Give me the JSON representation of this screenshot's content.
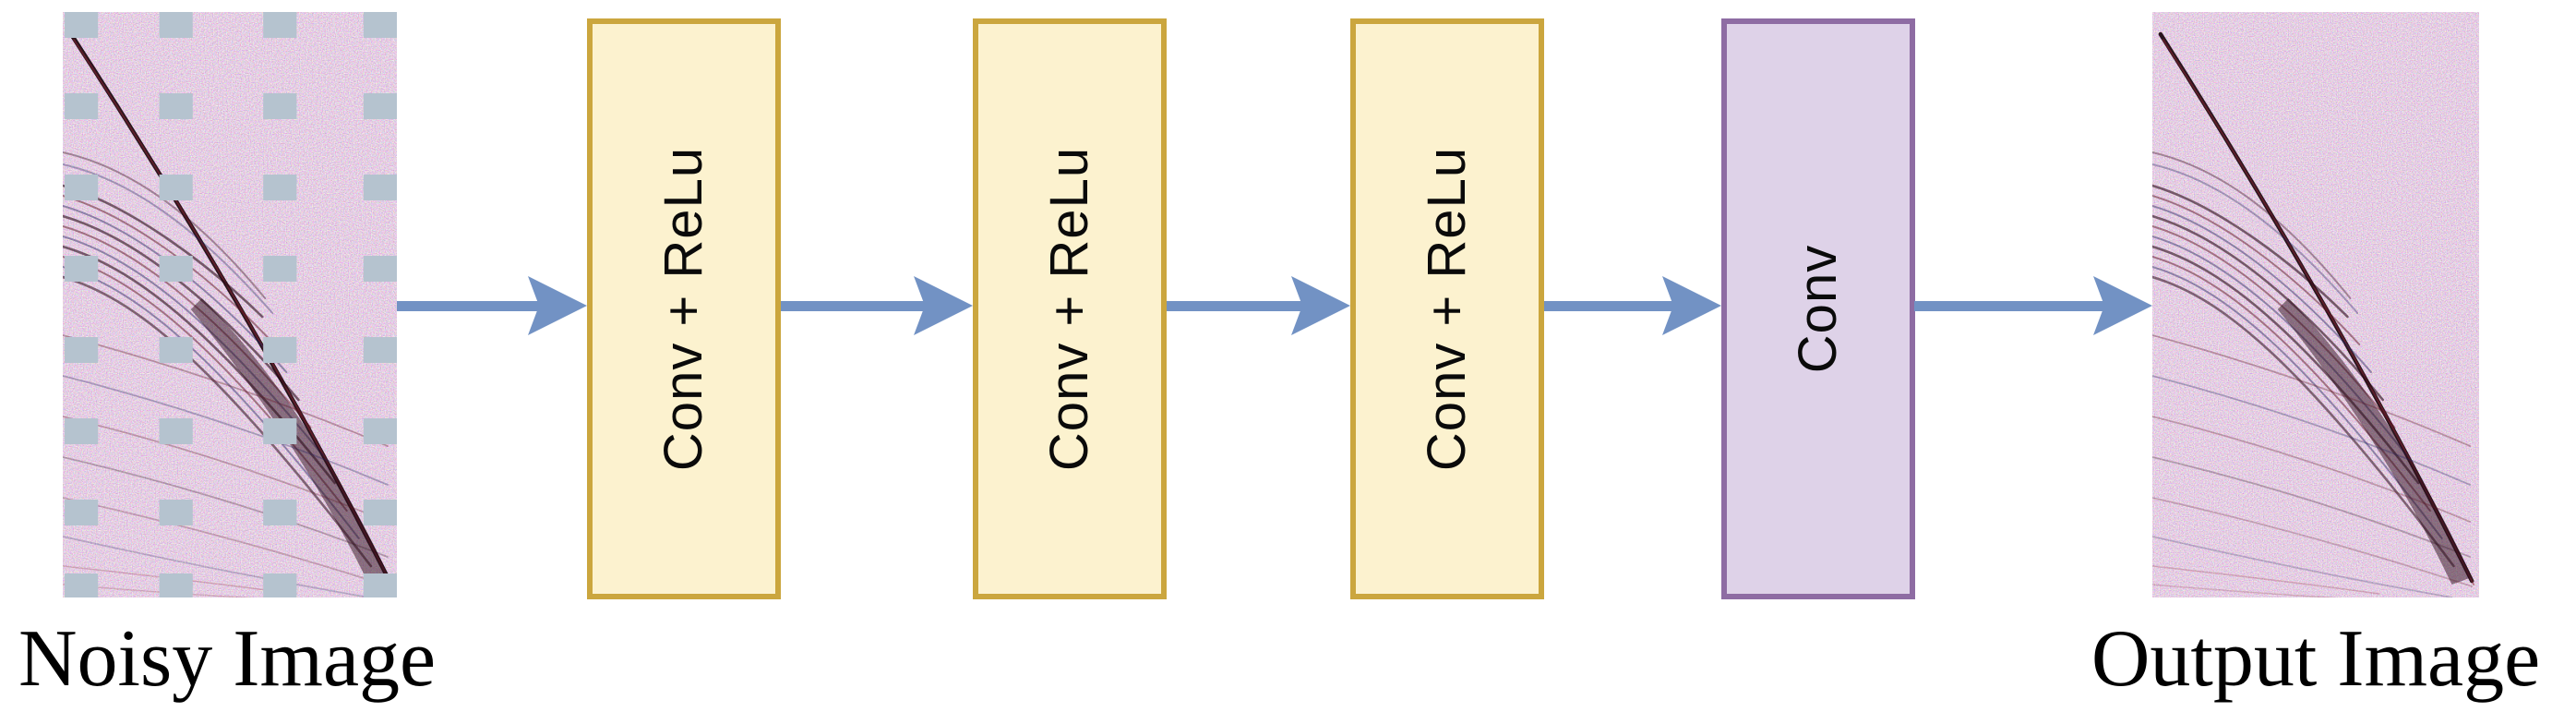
{
  "figure": {
    "input_label": "Noisy Image",
    "output_label": "Output Image",
    "layers": [
      {
        "label": "Conv + ReLu"
      },
      {
        "label": "Conv + ReLu"
      },
      {
        "label": "Conv + ReLu"
      },
      {
        "label": "Conv"
      }
    ]
  },
  "colors": {
    "background": "#FFFFFF",
    "conv_relu_fill": "#FCF2CF",
    "conv_relu_border": "#CBA63E",
    "conv_fill": "#DED2E8",
    "conv_border": "#8E6CA3",
    "arrow": "#7292C4",
    "patch_gray": "#B5C3CF",
    "block_text": "#0A0A0A",
    "label_text": "#000000"
  }
}
